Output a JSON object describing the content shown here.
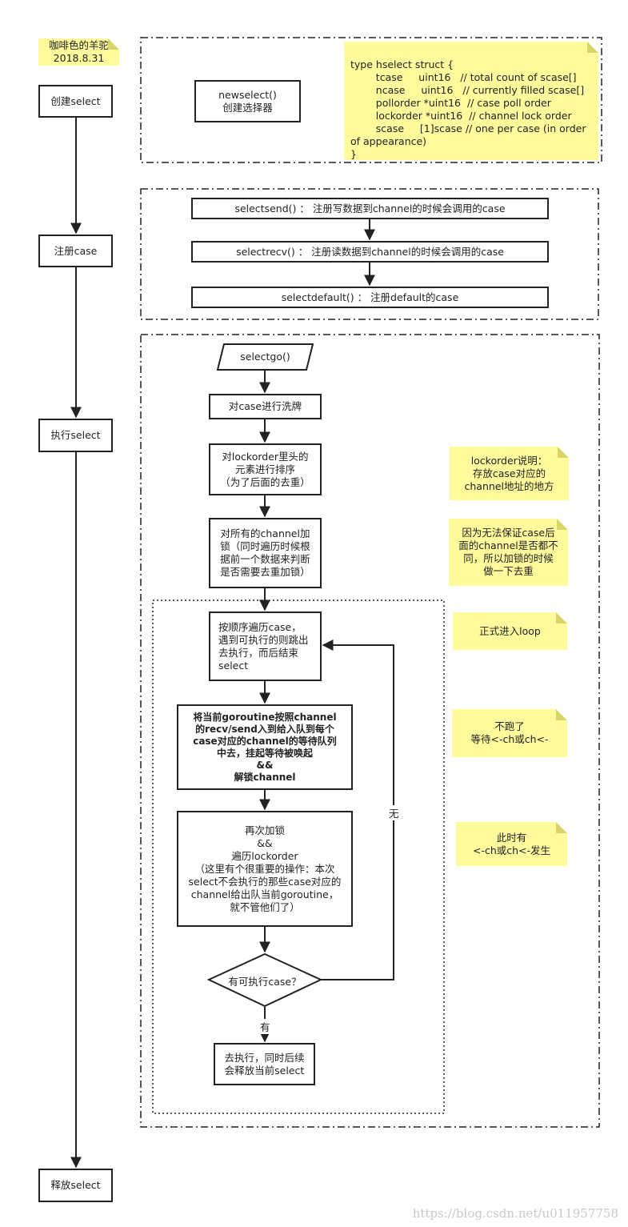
{
  "author_note": {
    "name": "咖啡色的羊驼",
    "date": "2018.8.31"
  },
  "lane": {
    "create": "创建select",
    "register": "注册case",
    "execute": "执行select",
    "release": "释放select"
  },
  "section1": {
    "newselect": "newselect()\n创建选择器",
    "struct_code": "type hselect struct {\n        tcase     uint16   // total count of scase[]\n        ncase     uint16   // currently filled scase[]\n        pollorder *uint16  // case poll order\n        lockorder *uint16  // channel lock order\n        scase     [1]scase // one per case (in order\nof appearance)\n}"
  },
  "section2": {
    "selectsend": "selectsend()  ： 注册写数据到channel的时候会调用的case",
    "selectrecv": "selectrecv()  ： 注册读数据到channel的时候会调用的case",
    "selectdefault": "selectdefault()  ： 注册default的case"
  },
  "section3": {
    "selectgo": "selectgo()",
    "shuffle": "对case进行洗牌",
    "sort": "对lockorder里头的\n元素进行排序\n（为了后面的去重）",
    "lock": "对所有的channel加\n锁（同时遍历时候根\n据前一个数据来判断\n是否需要去重加锁）",
    "traverse": "按顺序遍历case，\n遇到可执行的则跳出\n去执行，而后结束\nselect",
    "enqueue": "将当前goroutine按照channel\n的recv/send入到给入队到每个\ncase对应的channel的等待队列\n中去，挂起等待被唤起\n&&\n解锁channel",
    "relock": "再次加锁\n&&\n遍历lockorder\n（这里有个很重要的操作：本次\nselect不会执行的那些case对应的\nchannel给出队当前goroutine，\n就不管他们了）",
    "decision": "有可执行case？",
    "execute": "去执行，同时后续\n会释放当前select",
    "label_yes": "有",
    "label_no": "无"
  },
  "notes": {
    "lockorder": "lockorder说明：\n存放case对应的\nchannel地址的地方",
    "dedup": "因为无法保证case后\n面的channel是否都不\n同，所以加锁的时候\n做一下去重",
    "loop": "正式进入loop",
    "not_run": "不跑了\n等待<-ch或ch<-",
    "occurs": "此时有\n<-ch或ch<-发生"
  },
  "watermark": "https://blog.csdn.net/u011957758"
}
